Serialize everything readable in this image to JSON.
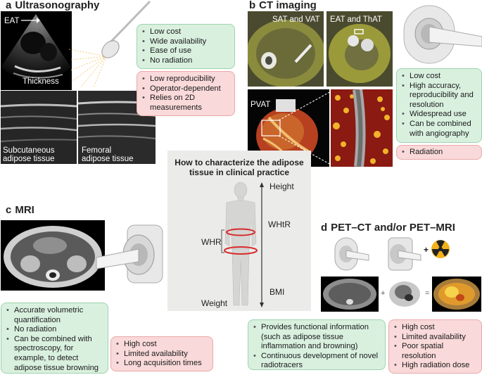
{
  "panel_a": {
    "letter": "a",
    "title": "Ultrasonography",
    "label_eat": "EAT",
    "label_thickness": "Thickness",
    "label_subcutaneous": "Subcutaneous\nadipose tissue",
    "label_femoral": "Femoral\nadipose tissue",
    "pros": [
      "Low cost",
      "Wide availability",
      "Ease of use",
      "No radiation"
    ],
    "cons": [
      "Low reproducibility",
      "Operator-dependent",
      "Relies on 2D measurements"
    ]
  },
  "panel_b": {
    "letter": "b",
    "title": "CT imaging",
    "label_sat_vat": "SAT and VAT",
    "label_eat_that": "EAT and ThAT",
    "label_pvat": "PVAT",
    "pros": [
      "Low cost",
      "High accuracy, reproducibility and resolution",
      "Widespread use",
      "Can be combined with angiography"
    ],
    "cons": [
      "Radiation"
    ]
  },
  "panel_c": {
    "letter": "c",
    "title": "MRI",
    "pros": [
      "Accurate volumetric quantification",
      "No radiation",
      "Can be combined with spectroscopy, for example, to detect adipose tissue browning"
    ],
    "cons": [
      "High cost",
      "Limited availability",
      "Long acquisition times"
    ]
  },
  "panel_d": {
    "letter": "d",
    "title": "PET–CT and/or PET–MRI",
    "plus1": "+",
    "plus2": "+",
    "equals": "=",
    "pros": [
      "Provides functional information (such as adipose tissue inflammation and browning)",
      "Continuous development of novel radiotracers"
    ],
    "cons": [
      "High cost",
      "Limited availability",
      "Poor spatial resolution",
      "High radiation dose"
    ]
  },
  "center": {
    "title": "How to characterize the adipose tissue in clinical practice",
    "height": "Height",
    "whtr": "WHtR",
    "whr": "WHR",
    "bmi": "BMI",
    "weight": "Weight"
  },
  "colors": {
    "pros_bg": "#d9f0df",
    "cons_bg": "#f9d9d9",
    "waist_ring": "#d62b2b",
    "body": "#d5d5d3",
    "panel_bg": "#ebebe9"
  }
}
